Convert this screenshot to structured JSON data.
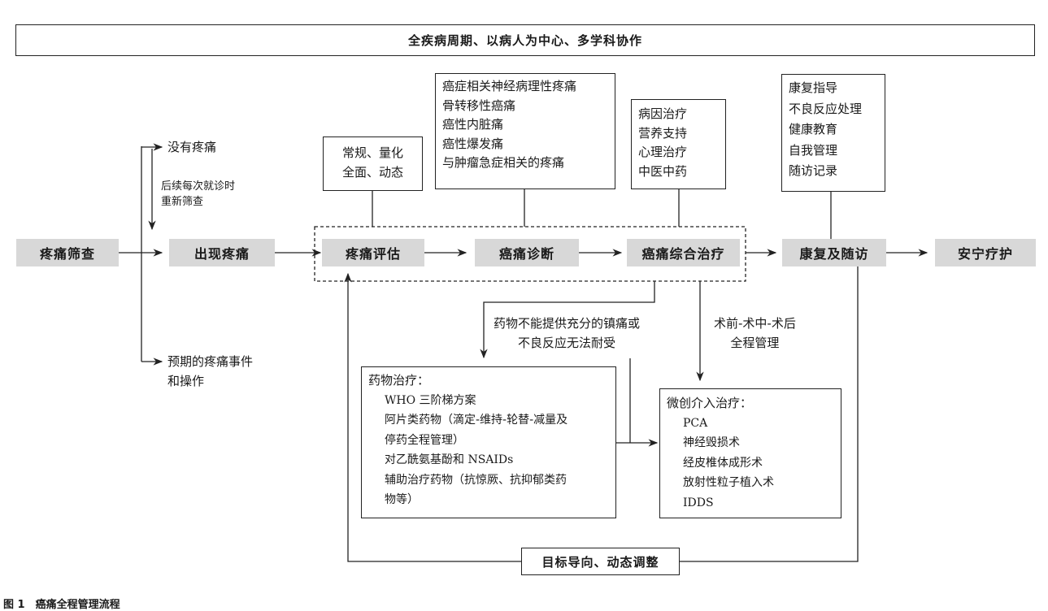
{
  "banner": "全疾病周期、以病人为中心、多学科协作",
  "main_flow": {
    "screening": "疼痛筛查",
    "pain_appears": "出现疼痛",
    "assessment": "疼痛评估",
    "diagnosis": "癌痛诊断",
    "treatment": "癌痛综合治疗",
    "rehab": "康复及随访",
    "hospice": "安宁疗护"
  },
  "branches": {
    "no_pain": "没有疼痛",
    "rescreen": [
      "后续每次就诊时",
      "重新筛查"
    ],
    "expected_pain": [
      "预期的疼痛事件",
      "和操作"
    ]
  },
  "assessment_box": [
    "常规、量化",
    "全面、动态"
  ],
  "diagnosis_box": [
    "癌症相关神经病理性疼痛",
    "骨转移性癌痛",
    "癌性内脏痛",
    "癌性爆发痛",
    "与肿瘤急症相关的疼痛"
  ],
  "treatment_box": [
    "病因治疗",
    "营养支持",
    "心理治疗",
    "中医中药"
  ],
  "rehab_box": [
    "康复指导",
    "不良反应处理",
    "健康教育",
    "自我管理",
    "随访记录"
  ],
  "insufficient_note": [
    "药物不能提供充分的镇痛或",
    "不良反应无法耐受"
  ],
  "periop_note": [
    "术前-术中-术后",
    "全程管理"
  ],
  "drug_therapy": {
    "title": "药物治疗：",
    "items": [
      "WHO 三阶梯方案",
      "阿片类药物（滴定-维持-轮替-减量及",
      "停药全程管理）",
      "对乙酰氨基酚和 NSAIDs",
      "辅助治疗药物（抗惊厥、抗抑郁类药",
      "物等）"
    ]
  },
  "interventional": {
    "title": "微创介入治疗：",
    "items": [
      "PCA",
      "神经毁损术",
      "经皮椎体成形术",
      "放射性粒子植入术",
      "IDDS"
    ]
  },
  "goal_box": "目标导向、动态调整",
  "caption": "图 1　癌痛全程管理流程",
  "colors": {
    "node_fill": "#d8d8d8",
    "line": "#222222"
  }
}
